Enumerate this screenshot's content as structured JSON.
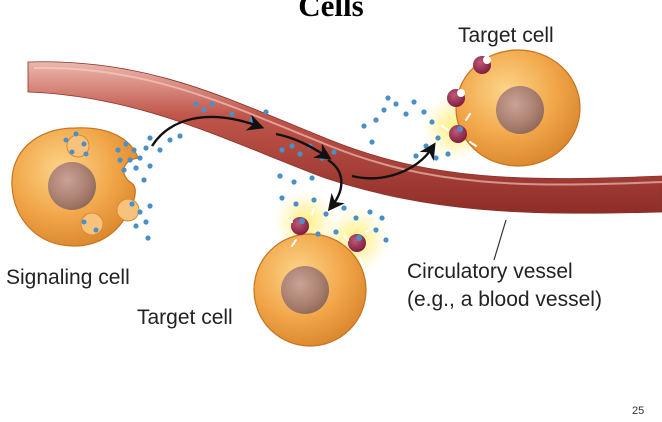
{
  "slide": {
    "title": "Cells",
    "page_number": "25"
  },
  "labels": {
    "target_cell_top": "Target cell",
    "signaling_cell": "Signaling cell",
    "target_cell_bottom": "Target cell",
    "vessel_line1": "Circulatory vessel",
    "vessel_line2": "(e.g., a blood vessel)"
  },
  "colors": {
    "vessel": "#b5443a",
    "cell": "#f0a446",
    "nucleus": "#a97f70",
    "hormone": "#4a90c8",
    "receptor": "#8c1f3e"
  }
}
